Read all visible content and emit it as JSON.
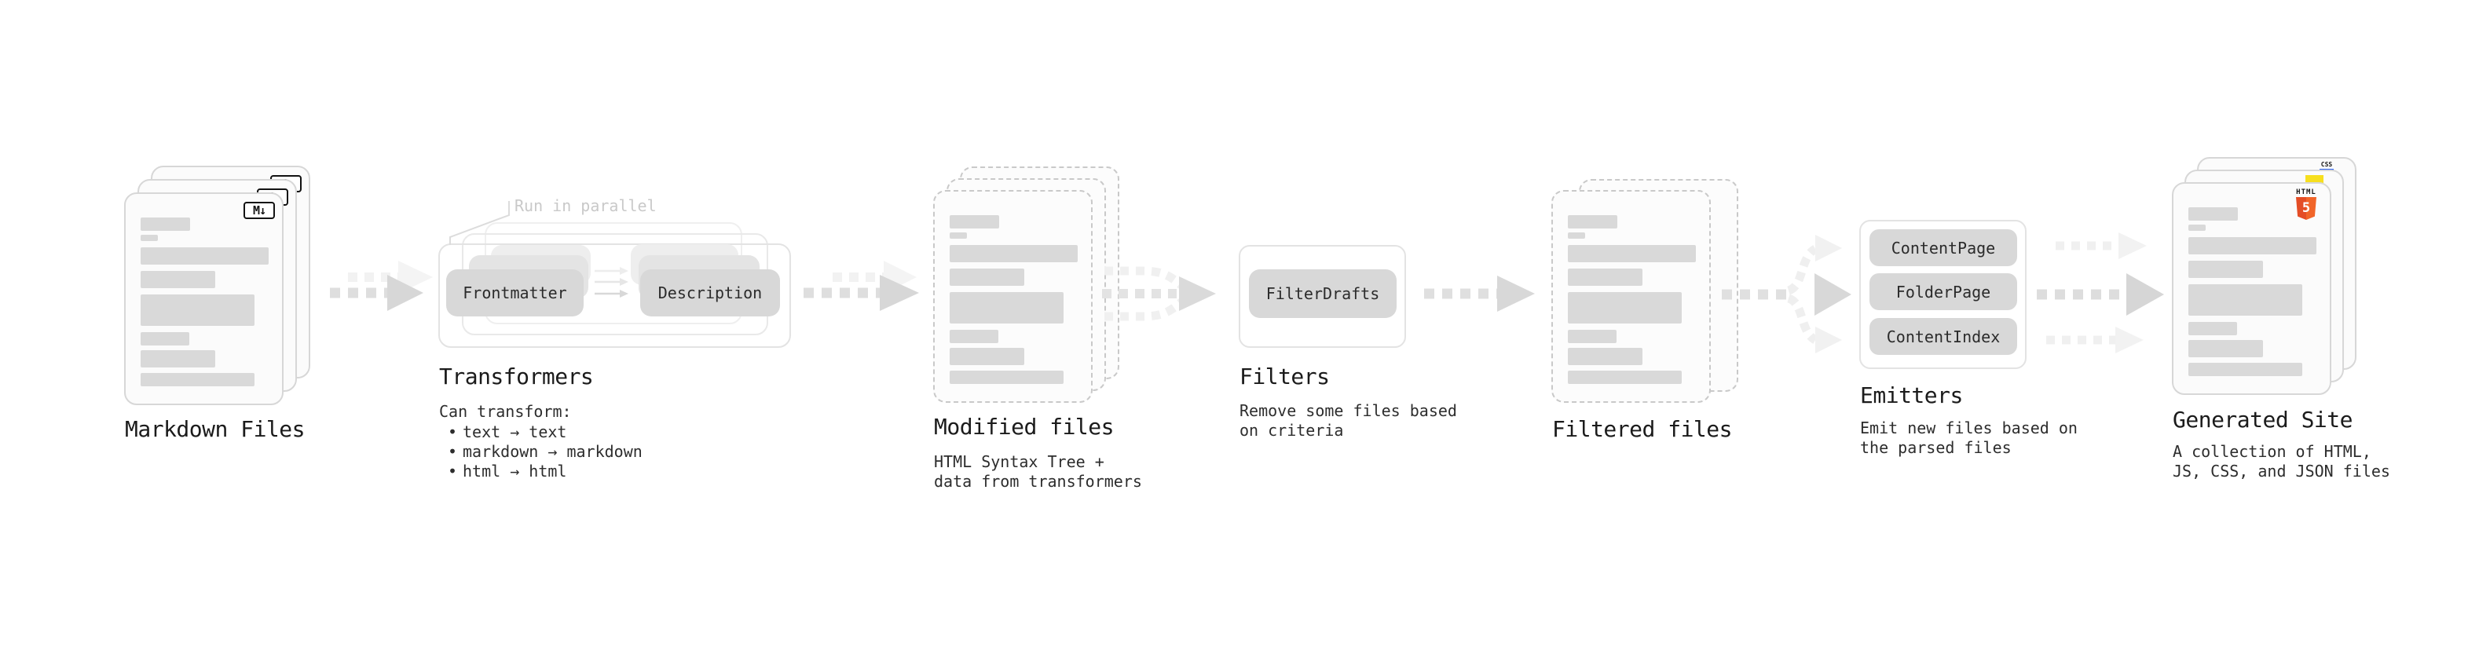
{
  "diagram": {
    "annotation": {
      "run_in_parallel": "Run in parallel"
    },
    "bullet_char": "•",
    "nodes": {
      "markdown_files": {
        "title": "Markdown Files",
        "badge_label": "M↓"
      },
      "transformers": {
        "title": "Transformers",
        "boxes": [
          "Frontmatter",
          "Description"
        ],
        "description_heading": "Can transform:",
        "bullets": [
          "text → text",
          "markdown → markdown",
          "html → html"
        ]
      },
      "modified_files": {
        "title": "Modified files",
        "description": "HTML Syntax Tree +\ndata from transformers"
      },
      "filters": {
        "title": "Filters",
        "boxes": [
          "FilterDrafts"
        ],
        "description": "Remove some files based\non criteria"
      },
      "filtered_files": {
        "title": "Filtered files"
      },
      "emitters": {
        "title": "Emitters",
        "boxes": [
          "ContentPage",
          "FolderPage",
          "ContentIndex"
        ],
        "description": "Emit new files based on\nthe parsed files"
      },
      "generated_site": {
        "title": "Generated Site",
        "description": "A collection of HTML,\nJS, CSS, and JSON files",
        "badges": {
          "html_label": "HTML",
          "html_number": "5",
          "css_label": "CSS"
        }
      }
    },
    "colors": {
      "html5_orange": "#e44d26",
      "js_yellow": "#f7df1e",
      "css_blue": "#2e63f0",
      "skeleton_line_gray": "#d9d9d9",
      "box_gray": "#d8d8d8",
      "arrow_gray": "#dedede",
      "ghost_gray": "#f2f2f2",
      "annotation_gray": "#c9c9c9"
    }
  }
}
